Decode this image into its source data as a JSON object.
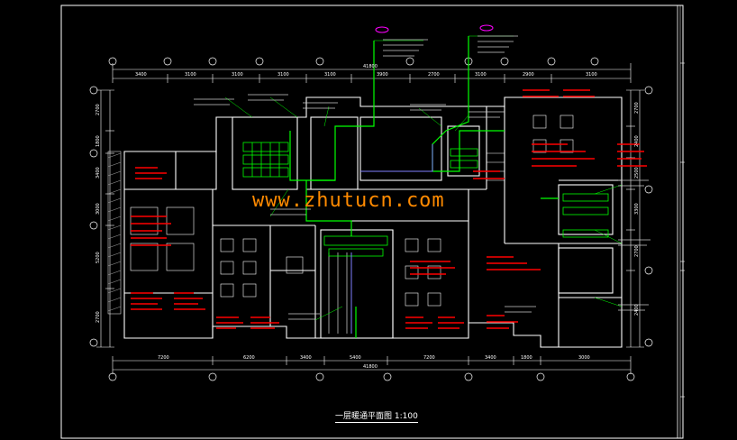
{
  "drawing": {
    "title": "一层暖通平面图 1:100",
    "watermark": "www.zhutucn.com"
  },
  "dimensions": {
    "top_row": [
      "3400",
      "3100",
      "3100",
      "3100",
      "3100",
      "3900",
      "2700",
      "3100",
      "2900",
      "3100"
    ],
    "top_total": "41800",
    "bottom_row": [
      "7200",
      "6200",
      "3400",
      "5400",
      "7200",
      "3400",
      "1800",
      "3000"
    ],
    "bottom_total": "41800",
    "left_col": [
      "2700",
      "1800",
      "3400",
      "3000",
      "5200",
      "2700"
    ],
    "right_col": [
      "2700",
      "2400",
      "2500",
      "3300",
      "2700",
      "2400"
    ]
  },
  "colors": {
    "background": "#000000",
    "walls": "#ffffff",
    "duct": "#00ff00",
    "notes": "#ff0000",
    "dims": "#ffffff",
    "frame": "#ffffff",
    "leader": "#00ff00",
    "magenta": "#ff00ff",
    "watermark": "#ff8a00"
  }
}
